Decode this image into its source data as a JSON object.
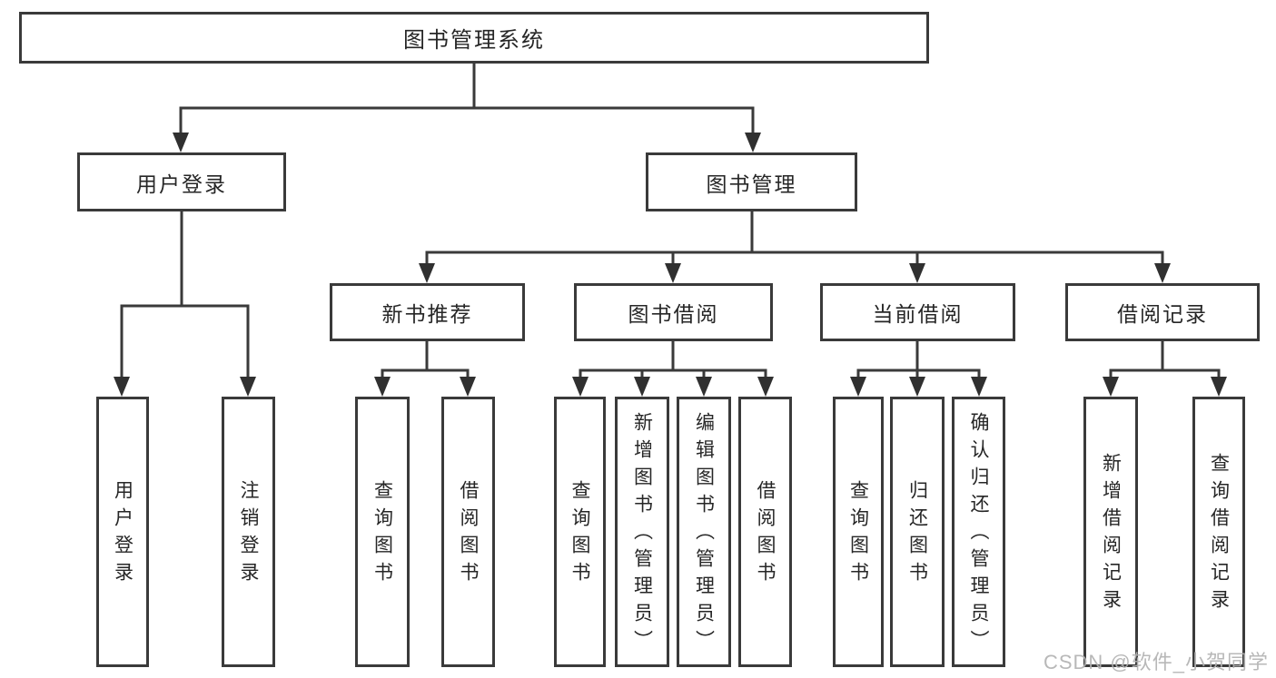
{
  "diagram": {
    "root": {
      "label": "图书管理系统"
    },
    "level2": [
      {
        "label": "用户登录",
        "children": [
          {
            "label": "用户登录"
          },
          {
            "label": "注销登录"
          }
        ]
      },
      {
        "label": "图书管理",
        "children": [
          {
            "label": "新书推荐",
            "children": [
              {
                "label": "查询图书"
              },
              {
                "label": "借阅图书"
              }
            ]
          },
          {
            "label": "图书借阅",
            "children": [
              {
                "label": "查询图书"
              },
              {
                "label": "新增图书（管理员）"
              },
              {
                "label": "编辑图书（管理员）"
              },
              {
                "label": "借阅图书"
              }
            ]
          },
          {
            "label": "当前借阅",
            "children": [
              {
                "label": "查询图书"
              },
              {
                "label": "归还图书"
              },
              {
                "label": "确认归还（管理员）"
              }
            ]
          },
          {
            "label": "借阅记录",
            "children": [
              {
                "label": "新增借阅记录"
              },
              {
                "label": "查询借阅记录"
              }
            ]
          }
        ]
      }
    ],
    "colors": {
      "line": "#3a3a3a",
      "text": "#262626",
      "box_background": "#ffffff",
      "watermark": "#b2b2b2"
    }
  },
  "watermark": {
    "text": "CSDN @软件_小贺同学"
  }
}
